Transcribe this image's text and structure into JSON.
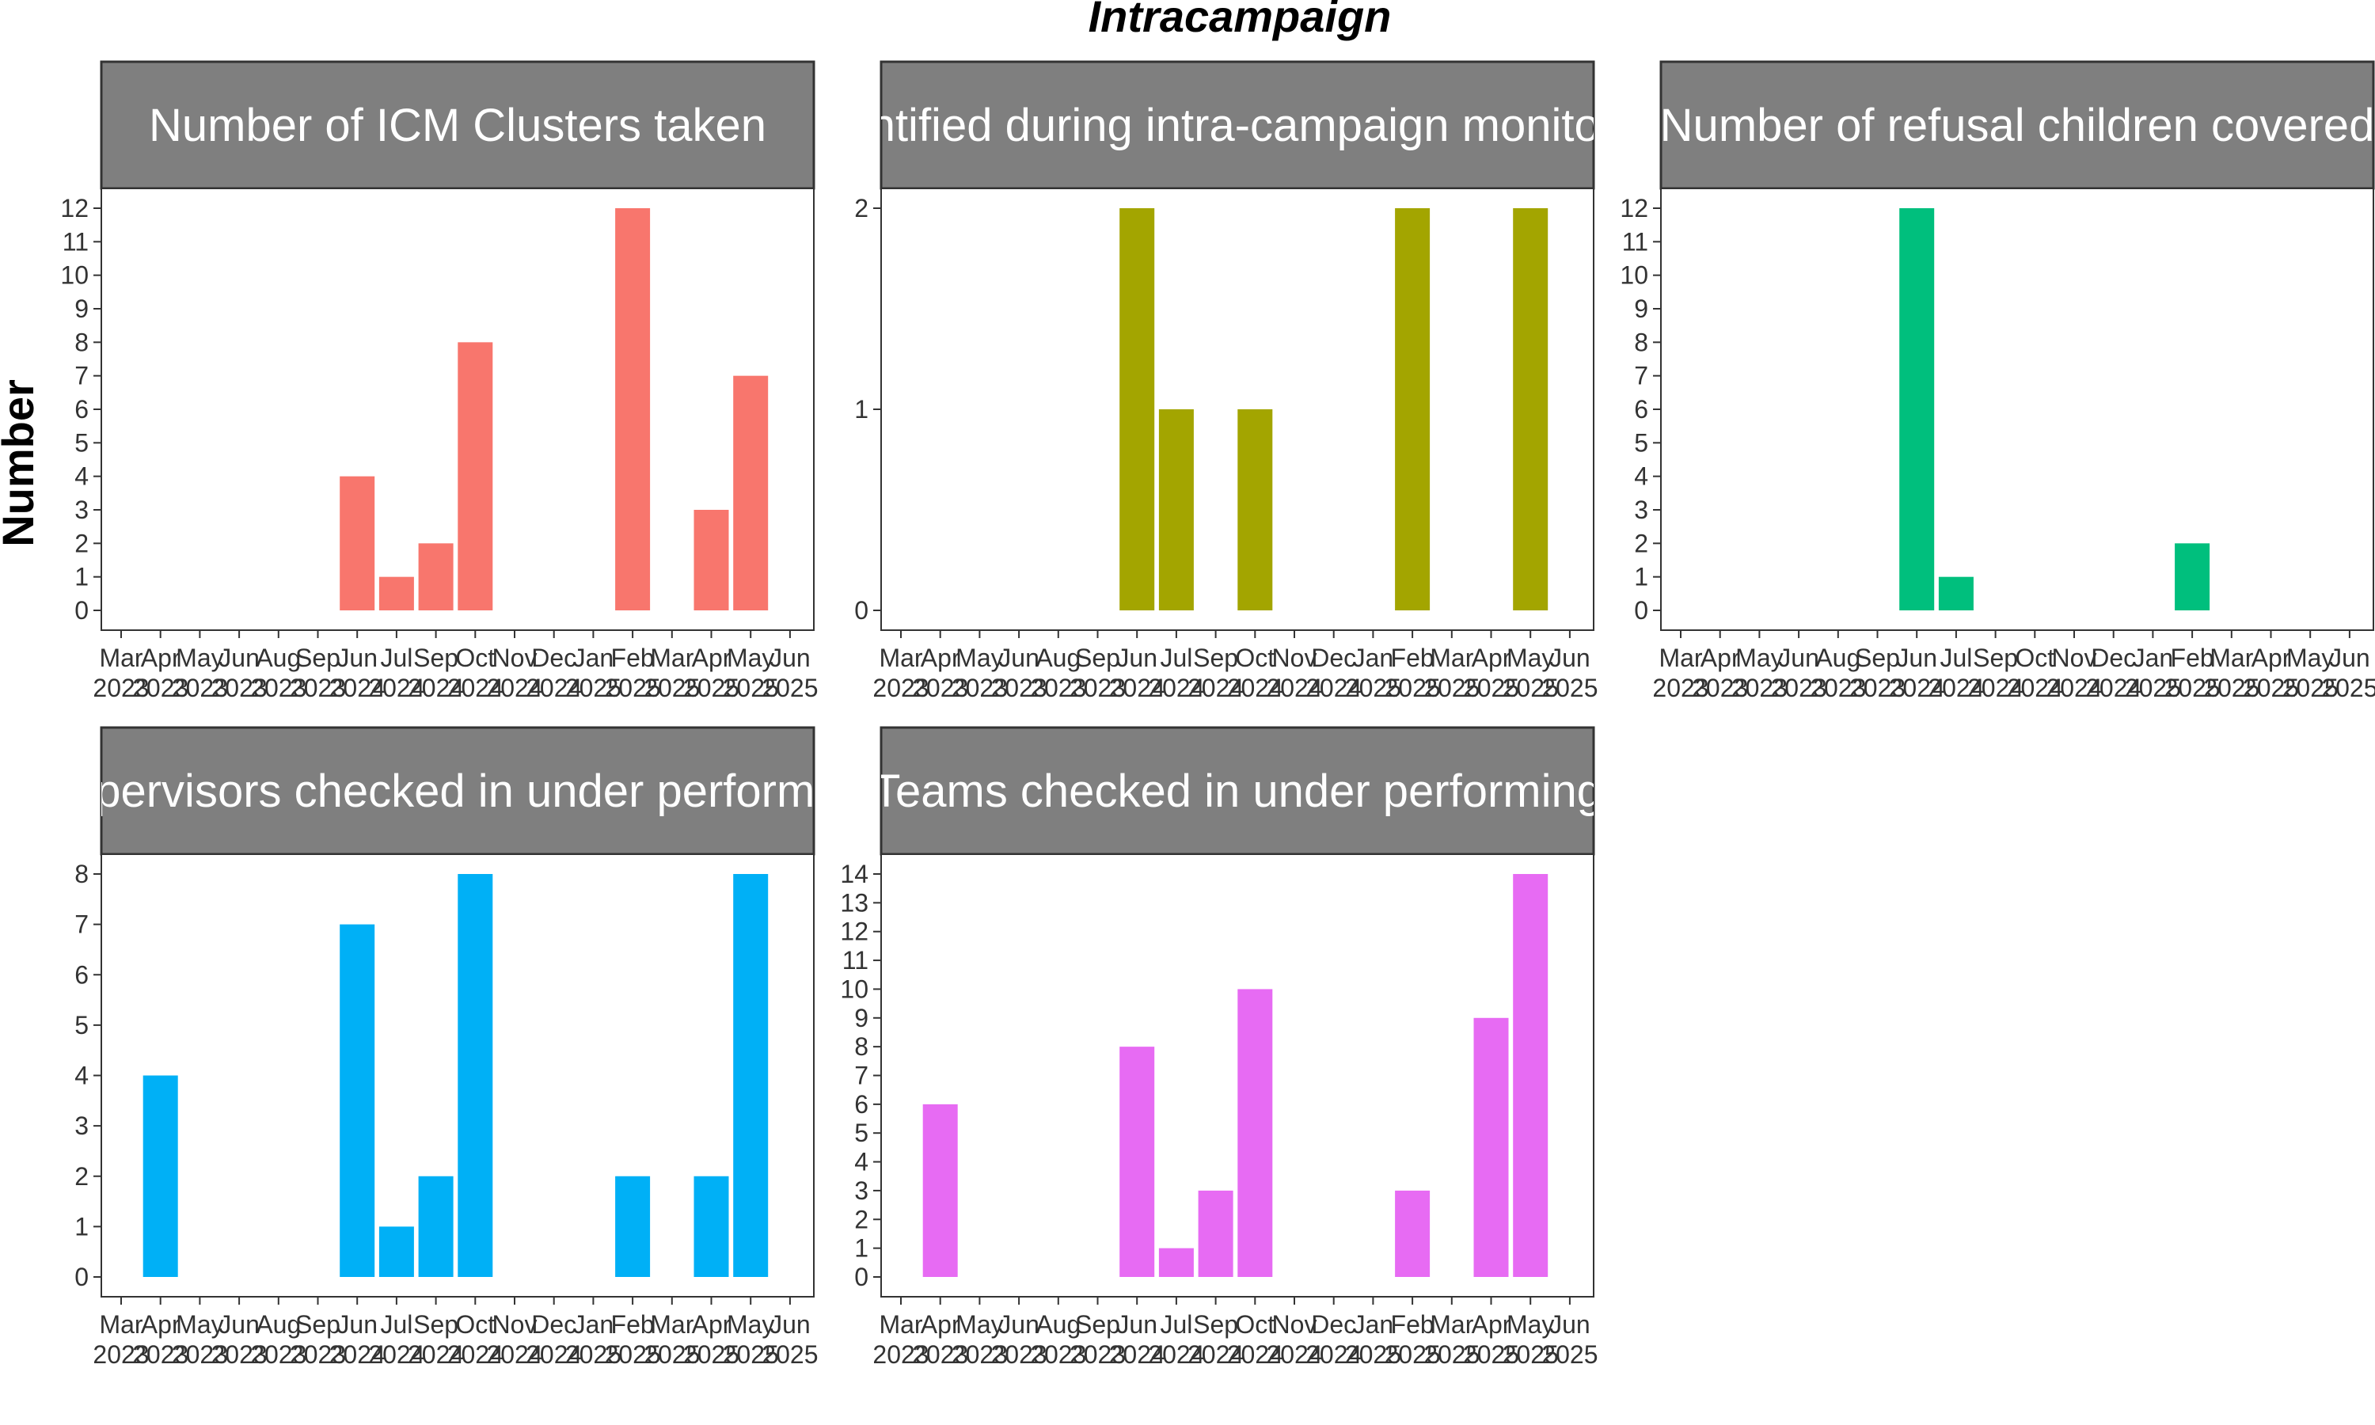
{
  "chart_data": {
    "type": "bar",
    "title": "Intracampaign",
    "ylabel": "Number",
    "xlabel": "",
    "x_tick_months": [
      "Mar",
      "Apr",
      "May",
      "Jun",
      "Aug",
      "Sep",
      "Jun",
      "Jul",
      "Sep",
      "Oct",
      "Nov",
      "Dec",
      "Jan",
      "Feb",
      "Mar",
      "Apr",
      "May",
      "Jun"
    ],
    "x_tick_years": [
      "2023",
      "2023",
      "2023",
      "2023",
      "2023",
      "2023",
      "2024",
      "2024",
      "2024",
      "2024",
      "2024",
      "2024",
      "2025",
      "2025",
      "2025",
      "2025",
      "2025",
      "2025"
    ],
    "grid": false,
    "legend": "none",
    "panels": [
      {
        "name": "Number of ICM Clusters taken",
        "color": "#F8766D",
        "ylim": [
          0,
          12
        ],
        "y_ticks": [
          0,
          1,
          2,
          3,
          4,
          5,
          6,
          7,
          8,
          9,
          10,
          11,
          12
        ],
        "values": [
          0,
          0,
          0,
          0,
          0,
          0,
          4,
          1,
          2,
          8,
          0,
          0,
          0,
          12,
          0,
          3,
          7,
          0
        ]
      },
      {
        "name": "Missed children identified during intra-campaign monitoring and vaccinated",
        "color": "#A3A500",
        "ylim": [
          0,
          2
        ],
        "y_ticks": [
          0,
          1,
          2
        ],
        "values": [
          0,
          0,
          0,
          0,
          0,
          0,
          2,
          1,
          0,
          1,
          0,
          0,
          0,
          2,
          0,
          0,
          2,
          0
        ]
      },
      {
        "name": "Number of refusal children covered",
        "color": "#00BF7D",
        "ylim": [
          0,
          12
        ],
        "y_ticks": [
          0,
          1,
          2,
          3,
          4,
          5,
          6,
          7,
          8,
          9,
          10,
          11,
          12
        ],
        "values": [
          0,
          0,
          0,
          0,
          0,
          0,
          12,
          1,
          0,
          0,
          0,
          0,
          0,
          2,
          0,
          0,
          0,
          0
        ]
      },
      {
        "name": "Supervisors checked in under performing",
        "color": "#00B0F6",
        "ylim": [
          0,
          8
        ],
        "y_ticks": [
          0,
          1,
          2,
          3,
          4,
          5,
          6,
          7,
          8
        ],
        "values": [
          0,
          4,
          0,
          0,
          0,
          0,
          7,
          1,
          2,
          8,
          0,
          0,
          0,
          2,
          0,
          2,
          8,
          0
        ]
      },
      {
        "name": "Teams checked in under performing",
        "color": "#E76BF3",
        "ylim": [
          0,
          14
        ],
        "y_ticks": [
          0,
          1,
          2,
          3,
          4,
          5,
          6,
          7,
          8,
          9,
          10,
          11,
          12,
          13,
          14
        ],
        "values": [
          0,
          6,
          0,
          0,
          0,
          0,
          8,
          1,
          3,
          10,
          0,
          0,
          0,
          3,
          0,
          9,
          14,
          0
        ]
      }
    ]
  }
}
